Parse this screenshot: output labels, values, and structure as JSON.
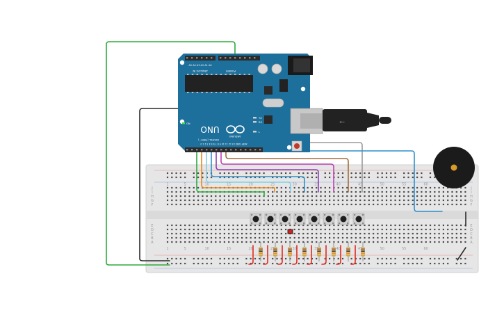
{
  "board": {
    "logo_text": "UNO",
    "brand_text": "ARDUINO",
    "analog_label": "ANALOG IN",
    "power_label": "POWER",
    "digital_label": "DIGITAL (PWM~)",
    "led_labels": [
      "ON",
      "TX",
      "RX",
      "L"
    ],
    "analog_pins": [
      "A5",
      "A4",
      "A3",
      "A2",
      "A1",
      "A0"
    ],
    "power_pins": [
      "VIN",
      "GND",
      "GND",
      "5V",
      "3.3V",
      "IOREF",
      "RESET"
    ],
    "digital_pins": [
      "0",
      "1",
      "2",
      "3",
      "4",
      "5",
      "6",
      "7",
      "8",
      "9",
      "10",
      "11",
      "12",
      "13",
      "GND",
      "AREF"
    ]
  },
  "breadboard": {
    "row_letters_top": [
      "J",
      "I",
      "H",
      "G",
      "F"
    ],
    "row_letters_bottom": [
      "E",
      "D",
      "C",
      "B",
      "A"
    ],
    "column_numbers": [
      "1",
      "5",
      "10",
      "15",
      "20",
      "25",
      "30",
      "35",
      "40",
      "45",
      "50",
      "55",
      "60"
    ]
  },
  "components": {
    "pushbutton_count": 8,
    "resistor_count": 8,
    "buzzer_count": 1
  },
  "colors": {
    "board": "#1d6f9c",
    "breadboard": "#e6e6e6",
    "wire_green": "#2eaa3c",
    "wire_black": "#2a2a2a",
    "wire_orange": "#e8891c",
    "wire_light_blue": "#7fd0ea",
    "wire_blue": "#2f8fca",
    "wire_purple": "#8e3fb3",
    "wire_magenta": "#c03fb5",
    "wire_brown": "#a66b3b",
    "wire_gray": "#9a9a9a",
    "wire_red": "#e02b20"
  }
}
